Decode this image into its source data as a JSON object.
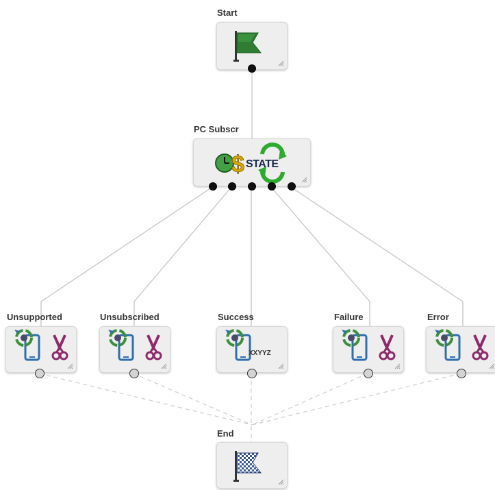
{
  "nodes": {
    "start": {
      "label": "Start",
      "icon": "green-flag-icon"
    },
    "pc_subscr": {
      "label": "PC Subscr",
      "icon": "clock-dollar-state-icon",
      "icon_text": "STATE"
    },
    "unsupported": {
      "label": "Unsupported",
      "icon": "phone-scissors-icon"
    },
    "unsubscribed": {
      "label": "Unsubscribed",
      "icon": "phone-scissors-icon"
    },
    "success": {
      "label": "Success",
      "icon": "phone-code-icon",
      "icon_text": "XXYYZ"
    },
    "failure": {
      "label": "Failure",
      "icon": "phone-scissors-icon"
    },
    "error": {
      "label": "Error",
      "icon": "phone-scissors-icon"
    },
    "end": {
      "label": "End",
      "icon": "checkered-flag-icon"
    }
  },
  "colors": {
    "connector": "#cccccc",
    "dashed_connector": "#d0d0d0",
    "flag_green": "#2e7d32",
    "scissors": "#8e2a6a",
    "phone": "#2f6fb0",
    "cycle": "#3b8f3b"
  }
}
